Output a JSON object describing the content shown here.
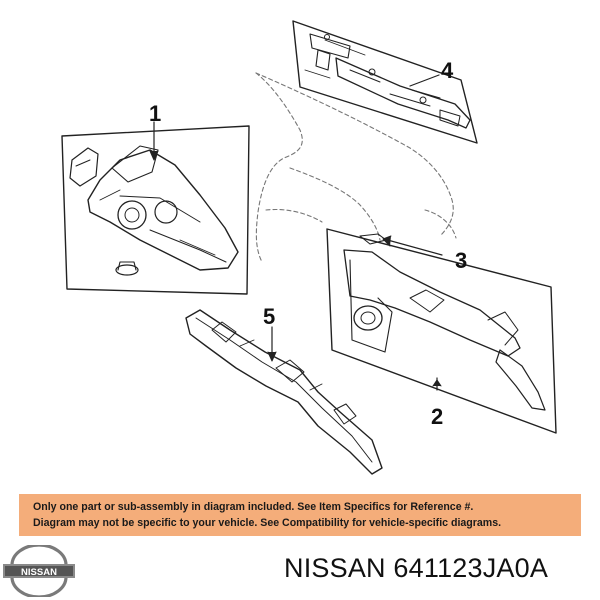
{
  "diagram": {
    "callouts": [
      "1",
      "2",
      "3",
      "4",
      "5"
    ]
  },
  "notice": {
    "line1": "Only one part or sub-assembly in diagram included. See Item Specifics for Reference #.",
    "line2": "Diagram may not be specific to your vehicle. See Compatibility for vehicle-specific diagrams.",
    "background": "#f4ad7a"
  },
  "brand": {
    "logo_text": "NISSAN",
    "caption": "NISSAN 641123JA0A"
  }
}
